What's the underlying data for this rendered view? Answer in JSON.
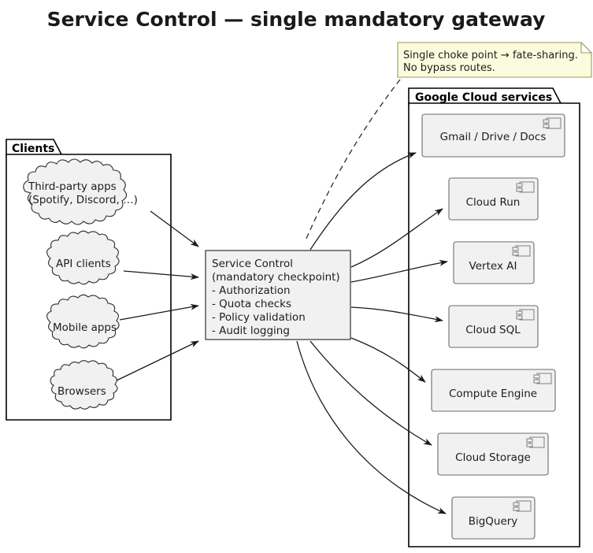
{
  "title": "Service Control — single mandatory gateway",
  "note": {
    "name": "single-choke-point-note",
    "lines": [
      "Single choke point → fate-sharing.",
      "No bypass routes."
    ],
    "fill": "#fbfbdd",
    "border": "#9a9a63"
  },
  "clients_package": {
    "label": "Clients",
    "nodes": [
      {
        "id": "third-party-apps",
        "lines": [
          "Third-party apps",
          "(Spotify, Discord, …)"
        ]
      },
      {
        "id": "api-clients",
        "lines": [
          "API clients"
        ]
      },
      {
        "id": "mobile-apps",
        "lines": [
          "Mobile apps"
        ]
      },
      {
        "id": "browsers",
        "lines": [
          "Browsers"
        ]
      }
    ]
  },
  "gateway": {
    "id": "service-control",
    "lines": [
      "Service Control",
      "(mandatory checkpoint)",
      "- Authorization",
      "- Quota checks",
      "- Policy validation",
      "- Audit logging"
    ],
    "fill": "#f1f1f1"
  },
  "services_package": {
    "label": "Google Cloud services",
    "nodes": [
      {
        "id": "gmail-drive-docs",
        "label": "Gmail / Drive / Docs"
      },
      {
        "id": "cloud-run",
        "label": "Cloud Run"
      },
      {
        "id": "vertex-ai",
        "label": "Vertex AI"
      },
      {
        "id": "cloud-sql",
        "label": "Cloud SQL"
      },
      {
        "id": "compute-engine",
        "label": "Compute Engine"
      },
      {
        "id": "cloud-storage",
        "label": "Cloud Storage"
      },
      {
        "id": "bigquery",
        "label": "BigQuery"
      }
    ],
    "icon": "component-icon"
  },
  "colors": {
    "node_fill": "#f1f1f1",
    "stroke": "#1a1a1a",
    "canvas": "#ffffff"
  }
}
